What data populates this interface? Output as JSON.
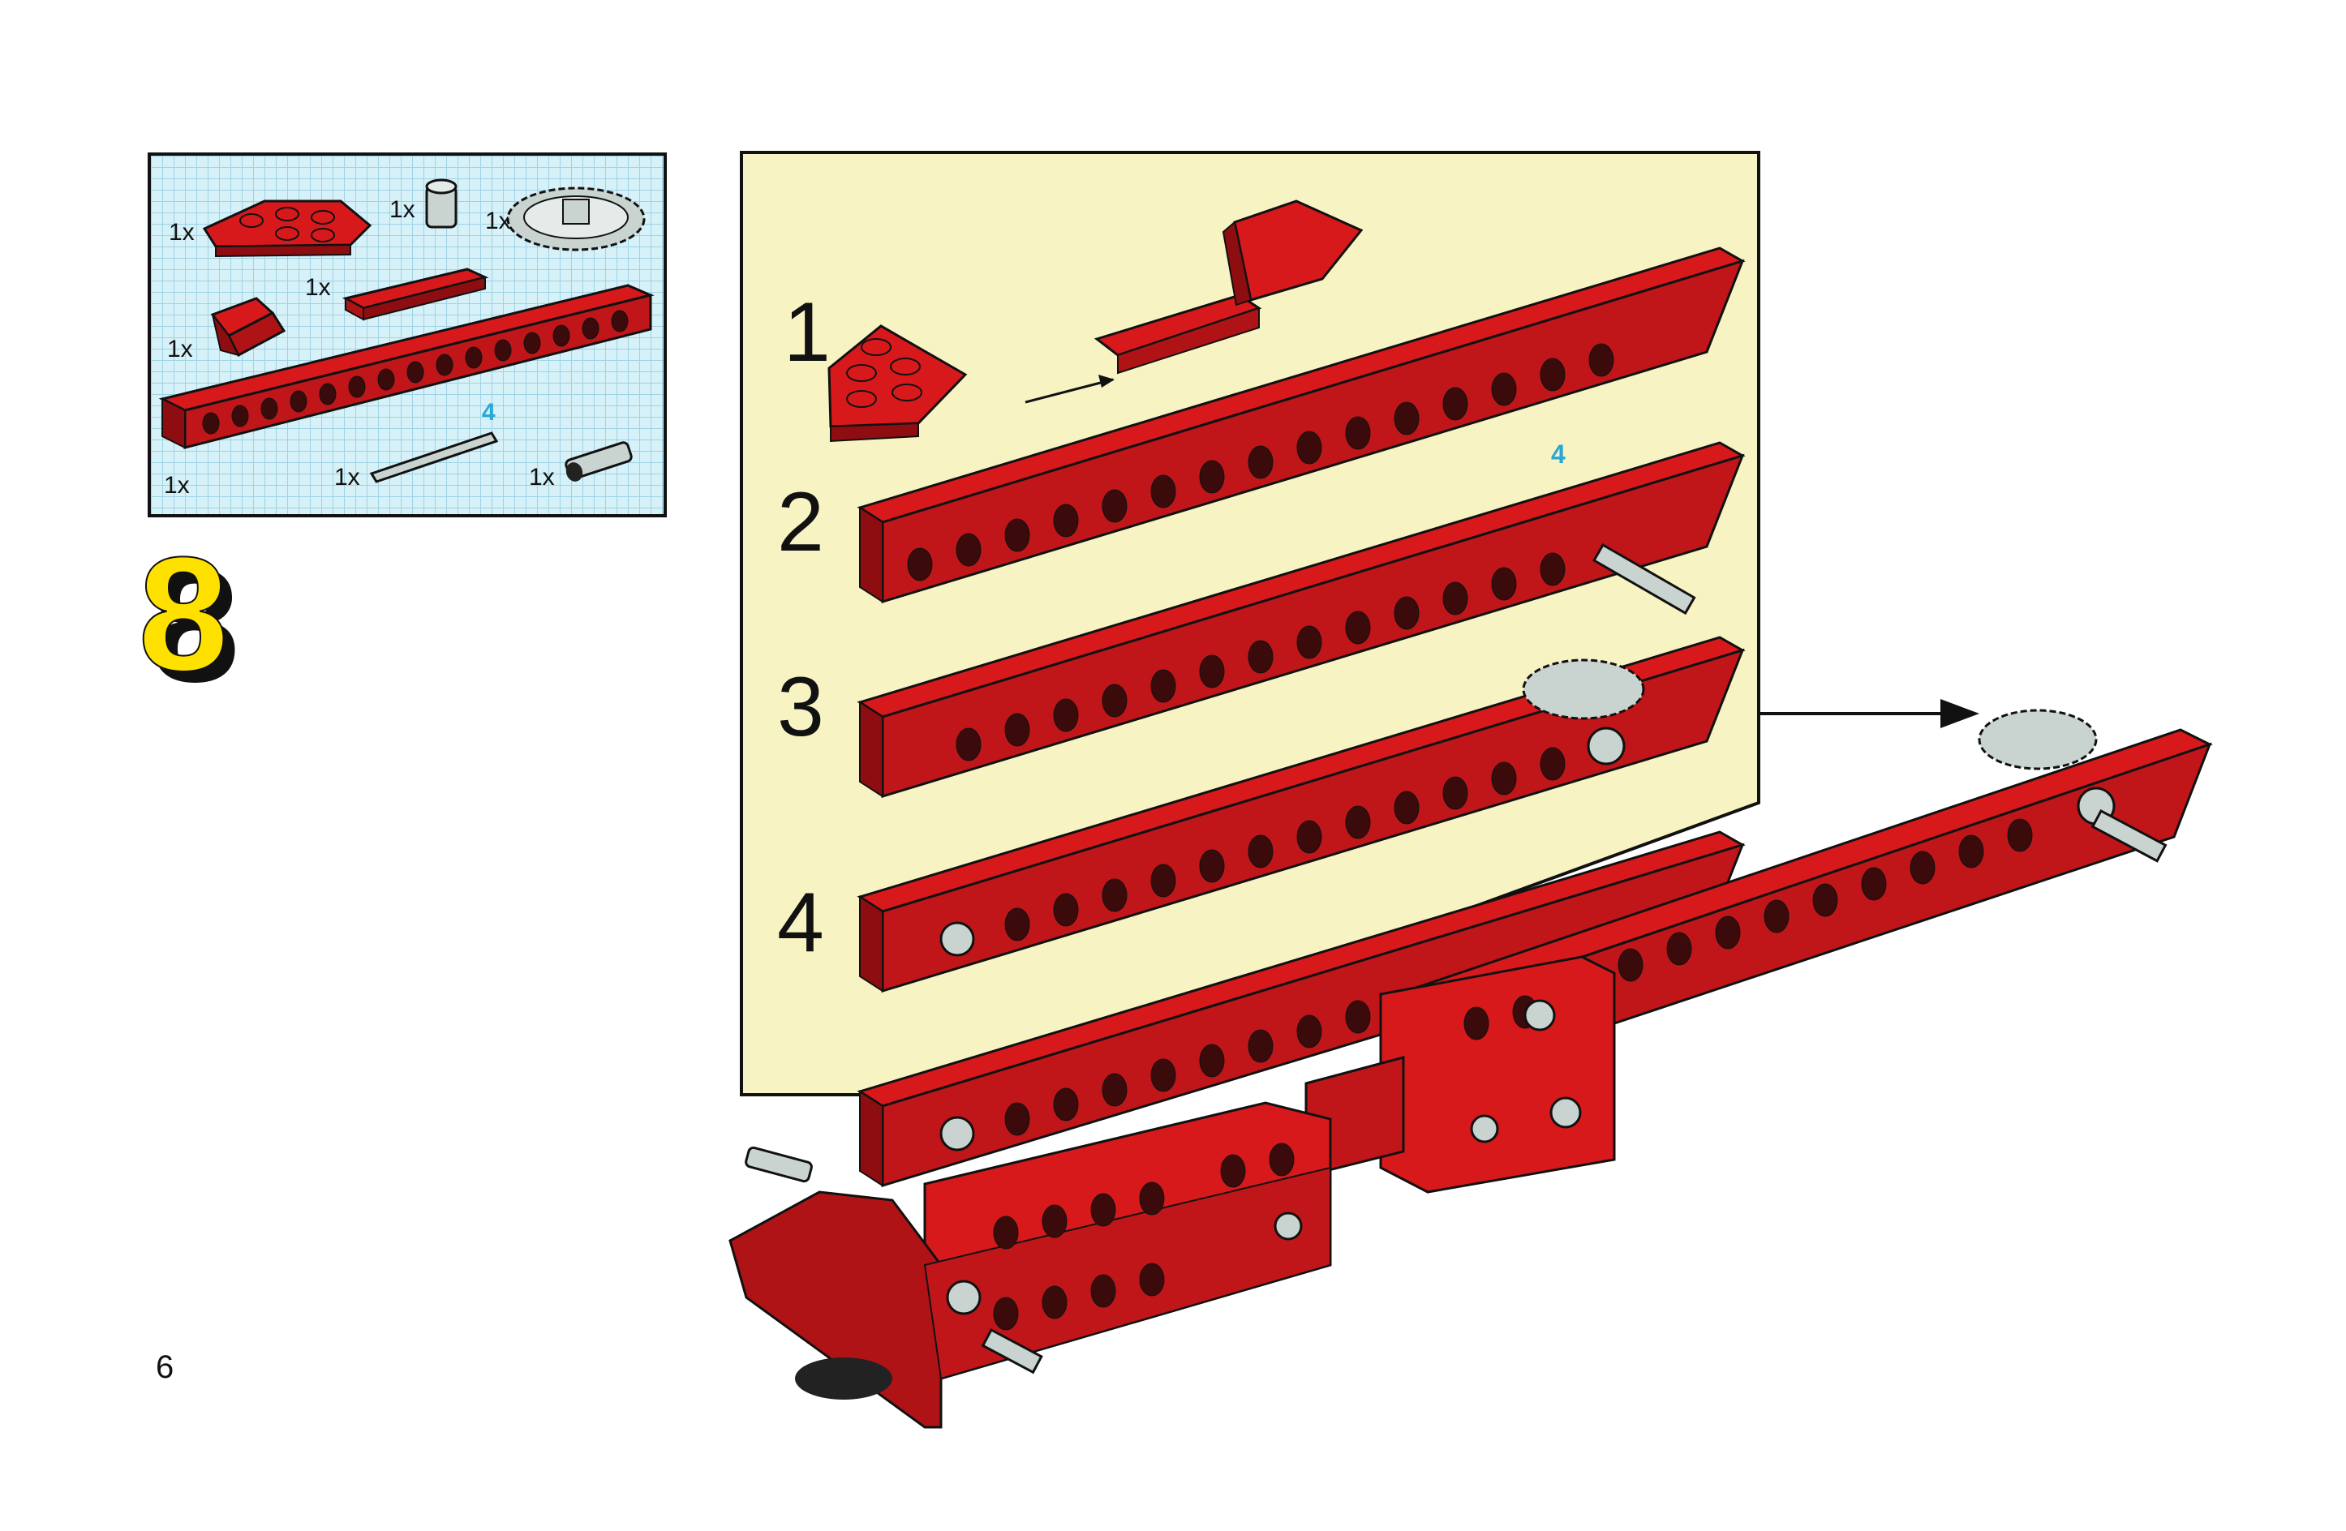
{
  "page": {
    "number": "6"
  },
  "step": {
    "number": "8"
  },
  "parts_list": {
    "items": [
      {
        "qty": "1x",
        "part": "wedge-plate-red"
      },
      {
        "qty": "1x",
        "part": "bush-light-gray"
      },
      {
        "qty": "1x",
        "part": "gear-24-tooth-light-gray"
      },
      {
        "qty": "1x",
        "part": "plate-1x4-red"
      },
      {
        "qty": "1x",
        "part": "slope-brick-red"
      },
      {
        "qty": "1x",
        "part": "technic-beam-1x16-red"
      },
      {
        "qty": "1x",
        "part": "axle-4-light-gray"
      },
      {
        "qty": "1x",
        "part": "connector-peg-light-gray"
      }
    ],
    "axle_length_label": "4"
  },
  "sub_steps": [
    {
      "number": "1"
    },
    {
      "number": "2",
      "axle_length_label": "4"
    },
    {
      "number": "3"
    },
    {
      "number": "4"
    }
  ],
  "colors": {
    "brick_red": "#d7191c",
    "brick_dark": "#8e0d10",
    "panel_yellow": "#f7f3c3",
    "grid_blue": "#d6f1f7",
    "step_yellow": "#ffe100",
    "part_gray": "#c9d3d0",
    "callout_cyan": "#2aa7d6"
  },
  "icons": [
    "arrow-icon",
    "gear-icon",
    "axle-icon",
    "bush-icon",
    "peg-icon"
  ]
}
